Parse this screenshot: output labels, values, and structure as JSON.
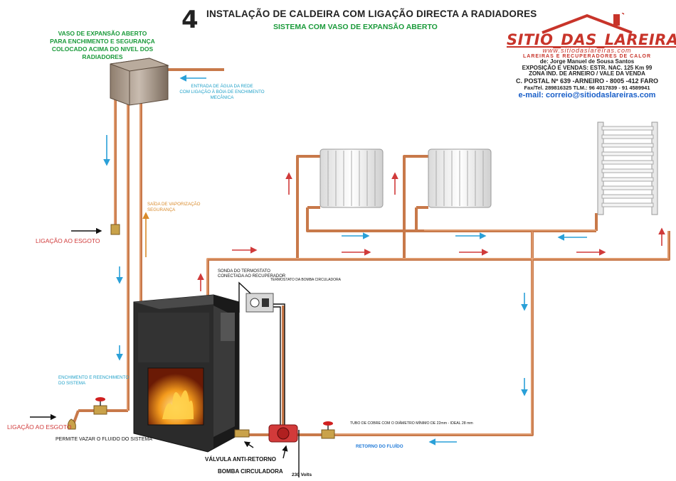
{
  "header": {
    "number": "4",
    "title": "INSTALAÇÃO DE CALDEIRA COM LIGAÇÃO DIRECTA A RADIADORES",
    "subtitle": "SISTEMA COM VASO DE EXPANSÃO ABERTO"
  },
  "brand": {
    "name": "SITIO_DAS_LAREIRAS",
    "website": "www.sitiodaslareiras.com",
    "tagline": "LAREIRAS E RECUPERADORES DE CALOR",
    "owner": "de: Jorge Manuel de Sousa Santos",
    "address1": "EXPOSIÇÃO E VENDAS: ESTR. NAC. 125 Km 99",
    "address2": "ZONA IND. DE ARNEIRO / VALE DA VENDA",
    "postal": "C. POSTAL Nº 639 -ARNEIRO - 8005 -412 FARO",
    "phones": "Fax/Tel. 289816325 TLM.: 96 4017839 - 91 4589941",
    "email": "e-mail: correio@sitiodaslareiras.com",
    "colors": {
      "brand_red": "#c8342a",
      "email_blue": "#1a5fc8"
    }
  },
  "labels": {
    "expansion_vessel": [
      "VASO DE EXPANSÃO ABERTO",
      "PARA ENCHIMENTO E SEGURANÇA",
      "COLOCADO ACIMA DO NIVEL DOS RADIADORES"
    ],
    "water_inlet": [
      "ENTRADA DE ÁGUA DA REDE",
      "COM LIGAÇÃO À BÓIA DE ENCHIMENTO MECÂNICA"
    ],
    "vapor_outlet": [
      "SAÍDA DE VAPORIZAÇÃO",
      "SEGURANÇA"
    ],
    "drain_top": "LIGAÇÃO AO ESGOTO",
    "drain_bottom": "LIGAÇÃO AO ESGOTO",
    "filling": [
      "ENCHIMENTO E REENCHIMENTO",
      "DO SISTEMA"
    ],
    "drain_valve": "PERMITE VAZAR O FLUIDO DO SISTEMA",
    "thermostat_probe": [
      "SONDA DO TERMOSTATO",
      "CONECTADA AO RECUPERADOR"
    ],
    "pump_thermostat": "TERMOSTATO DA BOMBA CIRCULADORA",
    "copper_pipe": "TUBO DE COBRE COM O DIÂMETRO MÍNIMO DE 22mm - IDEAL 28 mm",
    "return_flow": "RETORNO DO FLUÍDO",
    "check_valve": "VÁLVULA ANTI-RETORNO",
    "circulator_pump": "BOMBA CIRCULADORA",
    "voltage": "230 Volts"
  },
  "colors": {
    "pipe": "#c8794a",
    "pipe_highlight": "#f0b48a",
    "hot_arrow": "#d03a3a",
    "cold_arrow": "#2aa0d8",
    "vapor_arrow": "#d98a2a",
    "label_green": "#1a9a3a",
    "label_teal": "#1fa0c8"
  }
}
